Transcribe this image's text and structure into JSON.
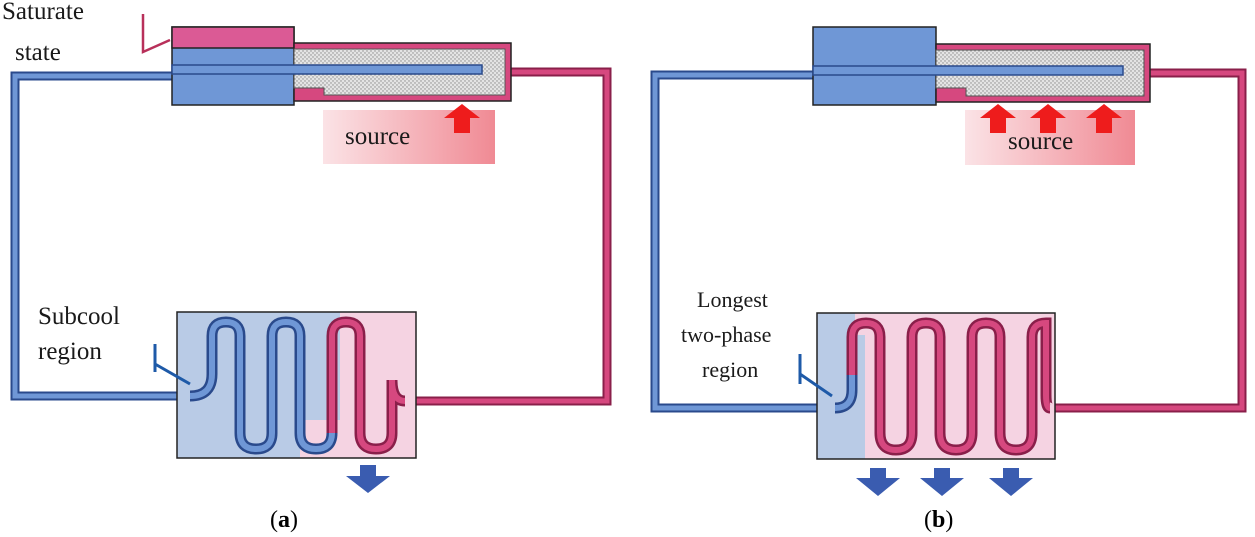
{
  "panel_a": {
    "label_saturate_line1": "Saturate",
    "label_saturate_line2": "state",
    "label_source": "source",
    "label_subcool_line1": "Subcool",
    "label_subcool_line2": "region",
    "caption_open": "(",
    "caption_letter": "a",
    "caption_close": ")"
  },
  "panel_b": {
    "label_source": "source",
    "label_longest_line1": "Longest",
    "label_longest_line2": "two-phase",
    "label_longest_line3": "region",
    "caption_open": "(",
    "caption_letter": "b",
    "caption_close": ")"
  },
  "colors": {
    "liquid_blue": "#6f97d6",
    "pipe_outline": "#2a4a8c",
    "vapor_pink": "#d6487f",
    "reservoir_pink": "#db5a95",
    "blue_region": "#b9cbe6",
    "pink_region": "#f5d3e2",
    "heat_arrow": "#ee1c1c",
    "cool_arrow": "#3a5cb0",
    "wick_grey": "#d9d9d9"
  },
  "icons": {
    "heat_arrow_icon": "red-up-arrow",
    "cooling_arrow_icon": "blue-down-arrow"
  }
}
